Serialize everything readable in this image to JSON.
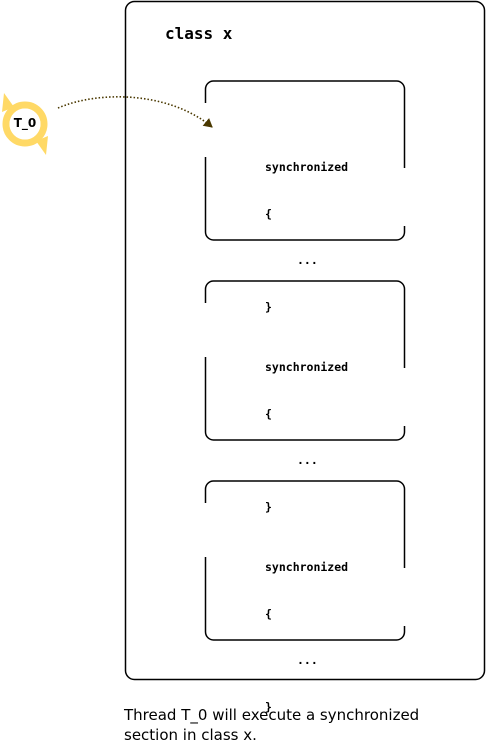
{
  "class_box": {
    "title": "class x"
  },
  "blocks": [
    {
      "keyword": "synchronized",
      "open": "{",
      "body": "...",
      "close": "}"
    },
    {
      "keyword": "synchronized",
      "open": "{",
      "body": "...",
      "close": "}"
    },
    {
      "keyword": "synchronized",
      "open": "{",
      "body": "...",
      "close": "}"
    }
  ],
  "thread": {
    "label": "T_0",
    "color": "#FFD966"
  },
  "caption": "Thread T_0 will execute a synchronized section in class x."
}
